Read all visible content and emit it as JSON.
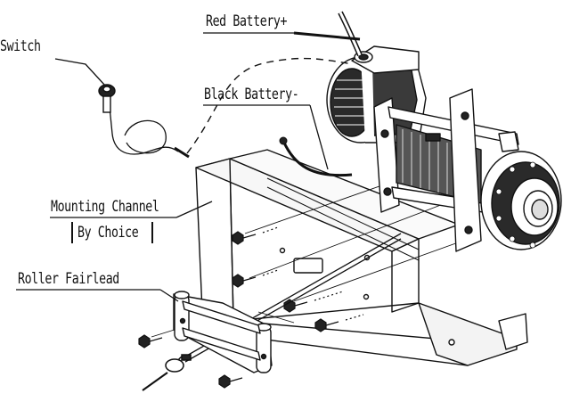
{
  "labels": {
    "red_battery": "Red Battery+",
    "switch": "Switch",
    "black_battery": "Black Battery-",
    "mounting_channel": "Mounting Channel",
    "by_choice": "By Choice",
    "roller_fairlead": "Roller Fairlead"
  },
  "colors": {
    "ink": "#111111",
    "background": "#ffffff",
    "channel_fill": "#f7f7f7",
    "winch_dark": "#2a2a2a"
  }
}
